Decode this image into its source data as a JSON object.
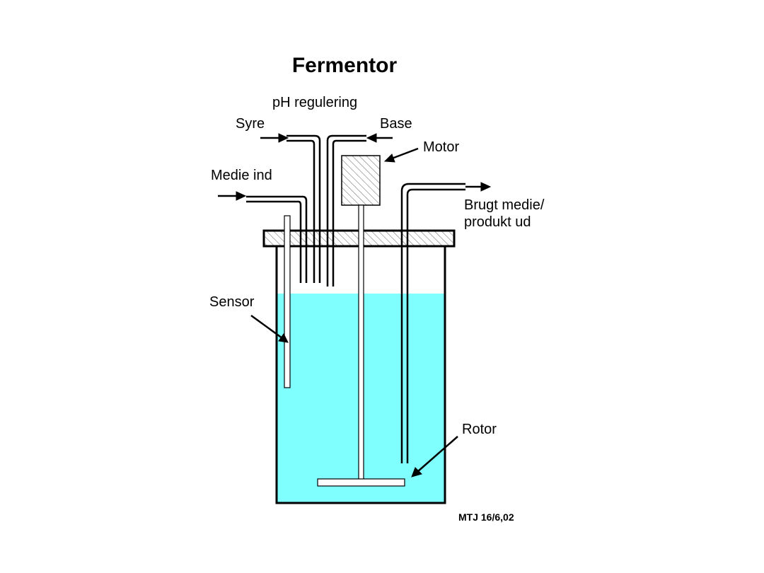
{
  "title": "Fermentor",
  "labels": {
    "ph_regulation": "pH regulering",
    "acid": "Syre",
    "base": "Base",
    "motor": "Motor",
    "medium_in": "Medie ind",
    "spent_medium_line1": "Brugt medie/",
    "spent_medium_line2": "produkt ud",
    "sensor": "Sensor",
    "rotor": "Rotor"
  },
  "credit": "MTJ 16/6,02",
  "colors": {
    "liquid": "#80ffff",
    "outline": "#000000",
    "background": "#ffffff",
    "hatch": "#808080"
  }
}
